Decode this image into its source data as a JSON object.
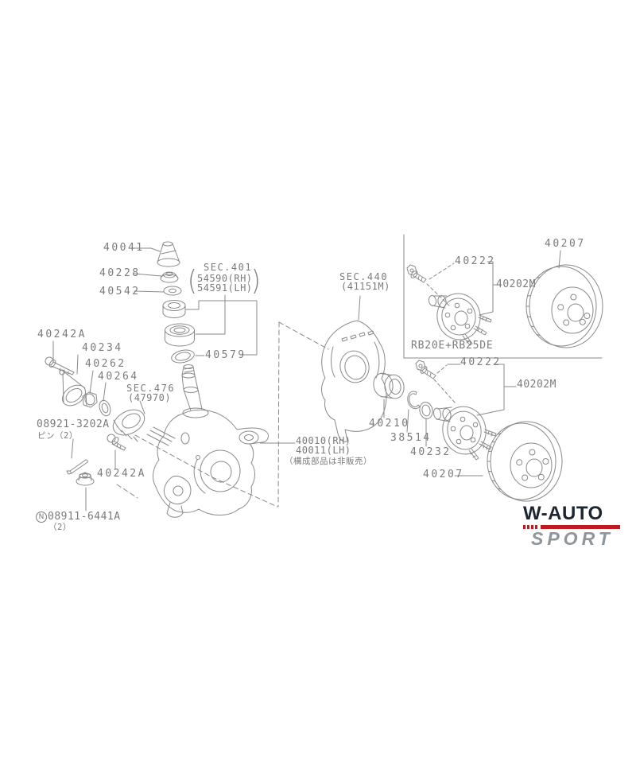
{
  "colors": {
    "line": "#8a8a8a",
    "label_text": "#7b7b7b",
    "logo_navy": "#1d2530",
    "logo_red": "#bf1a20",
    "logo_gray": "#8e959b",
    "background": "#ffffff"
  },
  "labels": {
    "p40041": "40041",
    "p40228": "40228",
    "p40542": "40542",
    "sec401": "SEC.401",
    "sec401_rh": "54590(RH)",
    "sec401_lh": "54591(LH)",
    "sec401_paren_open": "(",
    "sec401_paren_close": ")",
    "p40579": "40579",
    "p40242a_upper": "40242A",
    "p40234": "40234",
    "p40262": "40262",
    "p40264": "40264",
    "sec476": "SEC.476",
    "sec476_sub": "(47970)",
    "p08921": "08921-3202A",
    "p08921_qty": "ピン（2）",
    "p40242a_lower": "40242A",
    "p08911_symbol": "N",
    "p08911": "08911-6441A",
    "p08911_qty": "（2）",
    "p40010": "40010(RH)",
    "p40011": "40011(LH)",
    "assembly_note": "（構成部品は非販売）",
    "sec440": "SEC.440",
    "sec440_sub": "(41151M)",
    "p40210": "40210",
    "p38514": "38514",
    "p40232": "40232",
    "p40222_upper": "40222",
    "p40202m_upper": "40202M",
    "p40207_upper": "40207",
    "engine_codes": "RB20E+RB25DE",
    "p40222_lower": "40222",
    "p40202m_lower": "40202M",
    "p40207_lower": "40207"
  },
  "logo": {
    "line1": "W-AUTO",
    "line2": "SPORT"
  }
}
